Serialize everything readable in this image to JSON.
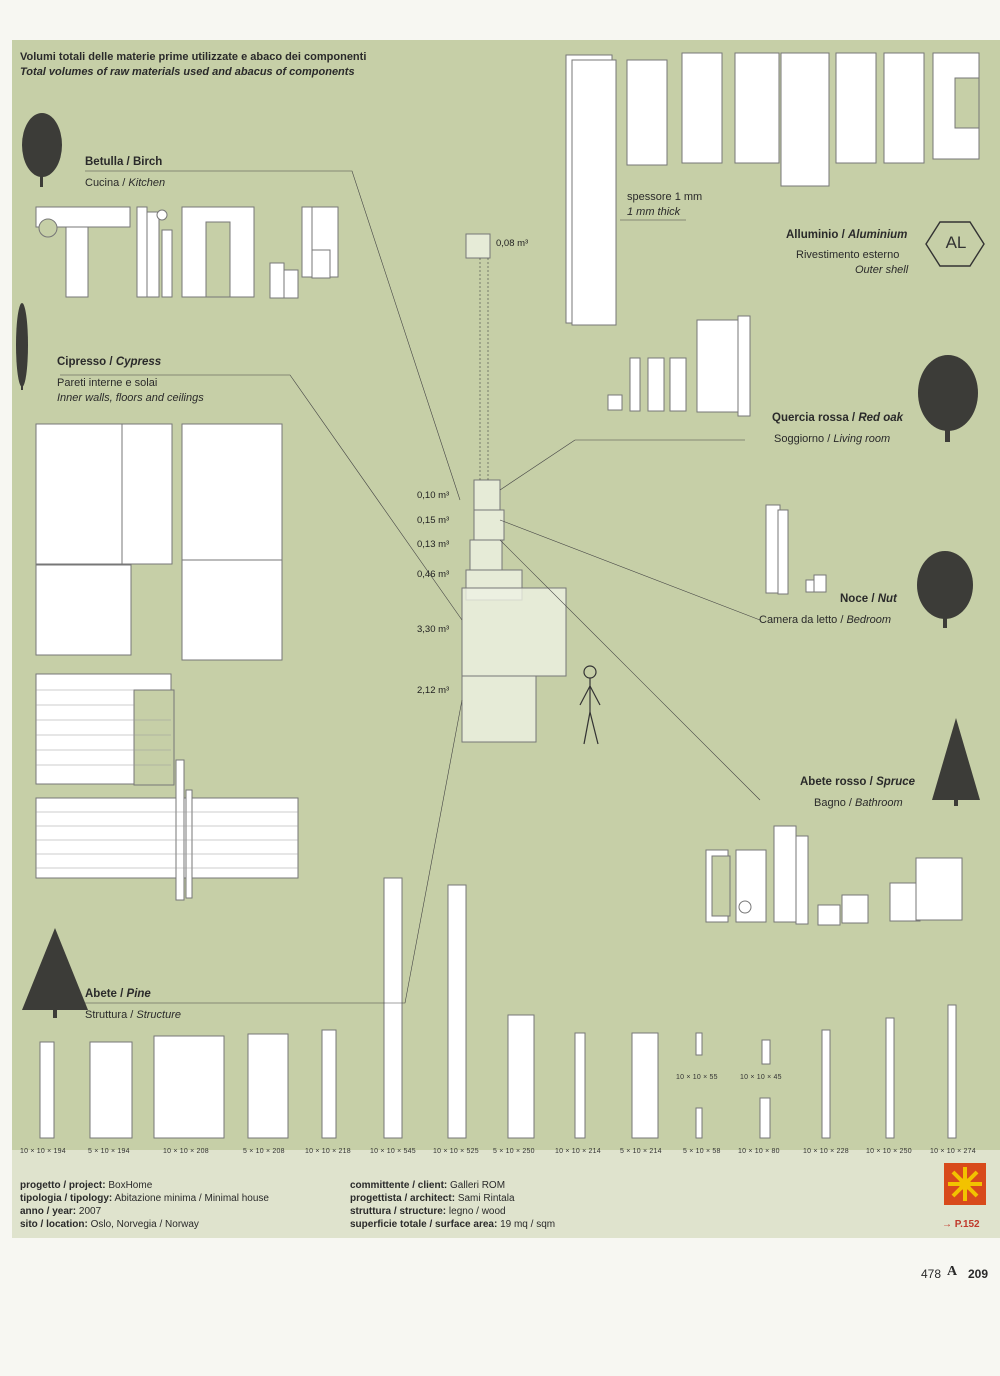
{
  "title": {
    "it": "Volumi totali delle materie prime utilizzate e abaco dei componenti",
    "en": "Total volumes of raw materials used and abacus of components"
  },
  "materials": {
    "birch": {
      "name_it": "Betulla",
      "name_en": "Birch",
      "use_it": "Cucina",
      "use_en": "Kitchen",
      "sep": " / "
    },
    "cypress": {
      "name_it": "Cipresso",
      "name_en": "Cypress",
      "use_it": "Pareti interne e solai",
      "use_en": "Inner walls, floors and ceilings"
    },
    "aluminium": {
      "name_it": "Alluminio",
      "name_en": "Aluminium",
      "use_it": "Rivestimento esterno",
      "use_en": "Outer shell",
      "thick_it": "spessore 1 mm",
      "thick_en": "1 mm thick",
      "symbol": "AL"
    },
    "redoak": {
      "name_it": "Quercia rossa",
      "name_en": "Red oak",
      "use_it": "Soggiorno",
      "use_en": "Living room"
    },
    "nut": {
      "name_it": "Noce",
      "name_en": "Nut",
      "use_it": "Camera da letto",
      "use_en": "Bedroom"
    },
    "spruce": {
      "name_it": "Abete rosso",
      "name_en": "Spruce",
      "use_it": "Bagno",
      "use_en": "Bathroom"
    },
    "pine": {
      "name_it": "Abete",
      "name_en": "Pine",
      "use_it": "Struttura",
      "use_en": "Structure"
    }
  },
  "volumes": [
    "0,08 m³",
    "0,10 m³",
    "0,15 m³",
    "0,13 m³",
    "0,46 m³",
    "3,30 m³",
    "2,12 m³"
  ],
  "beam_dims": [
    "10 × 10 × 194",
    "5 × 10 × 194",
    "10 × 10 × 208",
    "5 × 10 × 208",
    "10 × 10 × 218",
    "10 × 10 × 545",
    "10 × 10 × 525",
    "5 × 10 × 250",
    "10 × 10 × 214",
    "5 × 10 × 214",
    "5 × 10 × 58",
    "10 × 10 × 80",
    "10 × 10 × 228",
    "10 × 10 × 250",
    "10 × 10 × 274"
  ],
  "beam_dims_upper": [
    "10 × 10 × 55",
    "10 × 10 × 45"
  ],
  "info": {
    "project_label": "progetto / project:",
    "project": "BoxHome",
    "typology_label": "tipologia / tipology:",
    "typology": "Abitazione minima / Minimal house",
    "year_label": "anno / year:",
    "year": "2007",
    "site_label": "sito / location:",
    "site": "Oslo, Norvegia / Norway",
    "client_label": "committente / client:",
    "client": "Galleri ROM",
    "architect_label": "progettista / architect:",
    "architect": "Sami Rintala",
    "structure_label": "struttura / structure:",
    "structure": "legno / wood",
    "area_label": "superficie totale / surface area:",
    "area": "19 mq / sqm",
    "ref": "→ P.152"
  },
  "footer": {
    "issue": "478",
    "mag": "A",
    "page": "209"
  },
  "colors": {
    "panel": "#c6cfa7",
    "info": "#dfe3cd",
    "logo": "#d84a1b",
    "ref": "#c0392b"
  }
}
